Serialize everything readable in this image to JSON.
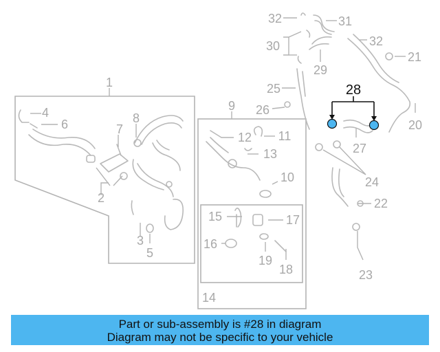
{
  "callouts": {
    "c1": "1",
    "c2": "2",
    "c3": "3",
    "c4": "4",
    "c5": "5",
    "c6": "6",
    "c7": "7",
    "c8": "8",
    "c9": "9",
    "c10": "10",
    "c11": "11",
    "c12": "12",
    "c13": "13",
    "c14": "14",
    "c15": "15",
    "c16": "16",
    "c17": "17",
    "c18": "18",
    "c19": "19",
    "c20": "20",
    "c21": "21",
    "c22": "22",
    "c23": "23",
    "c24": "24",
    "c25": "25",
    "c26": "26",
    "c27": "27",
    "c28": "28",
    "c29": "29",
    "c30": "30",
    "c31": "31",
    "c32a": "32",
    "c32b": "32"
  },
  "colors": {
    "highlight_part": "#4db6f0",
    "banner": "#4db6f0",
    "faded": "#b3b3b3"
  },
  "banner": {
    "line1": "Part or sub-assembly is #28 in diagram",
    "line2": "Diagram may not be specific to your vehicle"
  }
}
